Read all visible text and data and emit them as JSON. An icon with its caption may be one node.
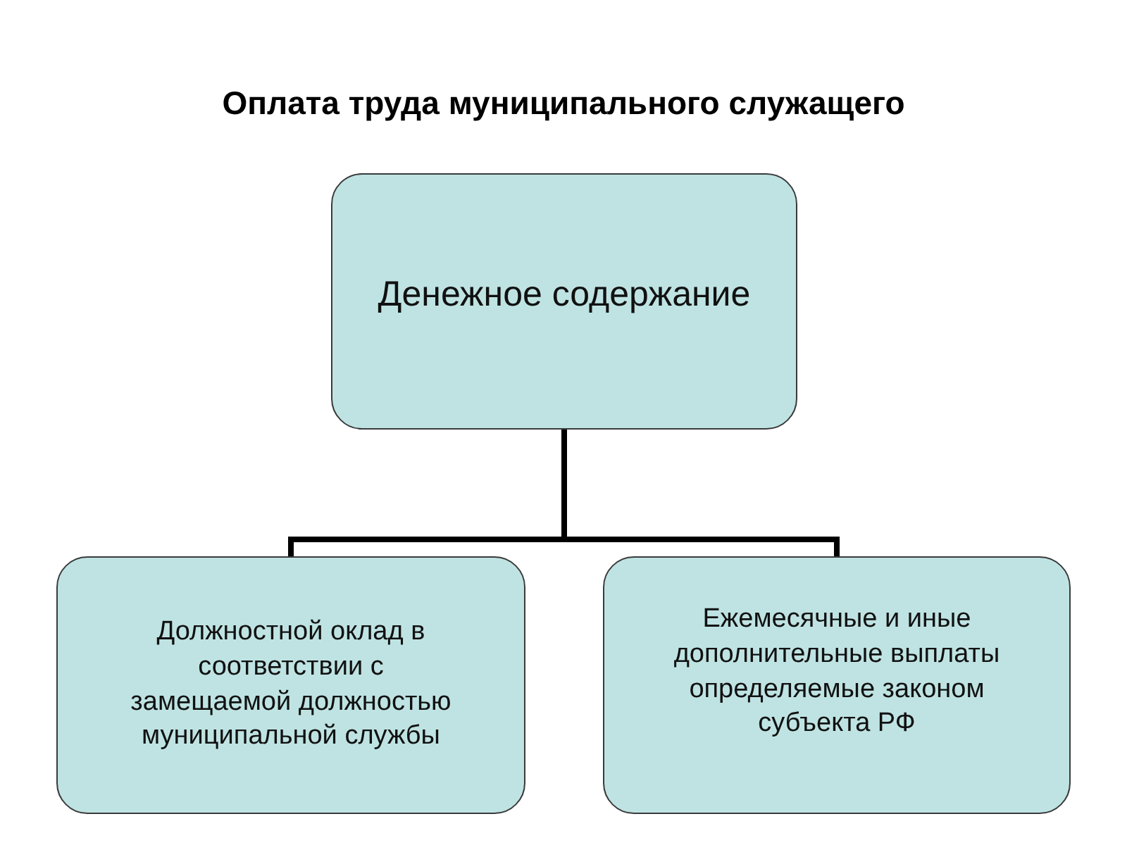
{
  "diagram": {
    "title": "Оплата труда муниципального служащего",
    "nodes": [
      {
        "text": [
          "Денежное содержание"
        ]
      },
      {
        "text": [
          "Должностной оклад в соответствии с замещаемой должностью муниципальной службы"
        ]
      },
      {
        "text": [
          "Ежемесячные и иные дополнительные выплаты определяемые законом субъекта РФ"
        ]
      }
    ],
    "edges": [
      {
        "from": 0,
        "to": 1,
        "arrow": "none"
      },
      {
        "from": 0,
        "to": 2,
        "arrow": "none"
      }
    ]
  }
}
